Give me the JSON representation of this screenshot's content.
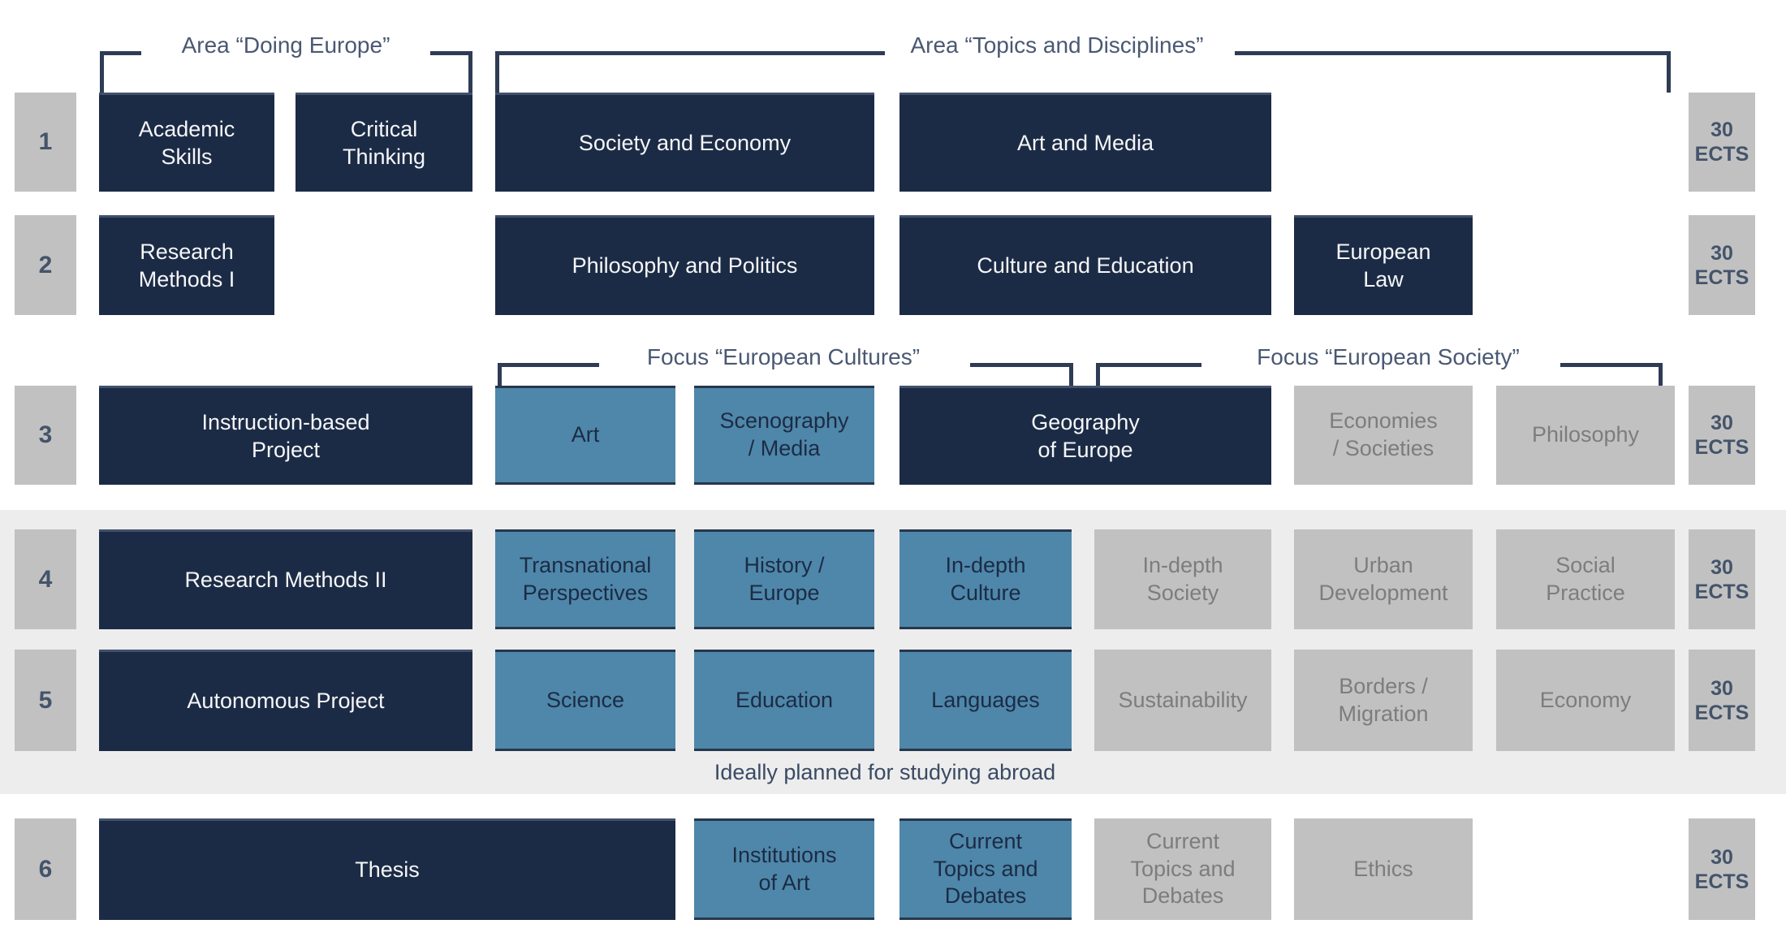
{
  "palette": {
    "navy_module": "#1c2b45",
    "blue_module": "#4e87a9",
    "grey_module": "#c1c1c1",
    "background_band": "#ededed",
    "bracket_line": "#2e3c55",
    "muted_label_text": "#44546a",
    "grey_module_text": "#7d7d7d",
    "dark_module_text": "#f5f6f8"
  },
  "area_labels": {
    "doing_europe": "Area “Doing Europe”",
    "topics_disciplines": "Area “Topics and Disciplines”"
  },
  "focus_labels": {
    "european_cultures": "Focus “European Cultures”",
    "european_society": "Focus “European Society”"
  },
  "note": {
    "studying_abroad": "Ideally planned for studying abroad"
  },
  "semesters": {
    "s1": "1",
    "s2": "2",
    "s3": "3",
    "s4": "4",
    "s5": "5",
    "s6": "6"
  },
  "ects": {
    "per_semester": "30\nECTS"
  },
  "modules": {
    "academic_skills": "Academic\nSkills",
    "critical_thinking": "Critical\nThinking",
    "society_and_economy": "Society and Economy",
    "art_and_media": "Art and Media",
    "research_methods_1": "Research\nMethods I",
    "philosophy_and_politics": "Philosophy and Politics",
    "culture_and_education": "Culture and Education",
    "european_law": "European\nLaw",
    "instruction_based_project": "Instruction-based\nProject",
    "art": "Art",
    "scenography_media": "Scenography\n/ Media",
    "geography_of_europe": "Geography\nof Europe",
    "economies_societies": "Economies\n/ Societies",
    "philosophy": "Philosophy",
    "research_methods_2": "Research Methods II",
    "transnational_perspectives": "Transnational\nPerspectives",
    "history_europe": "History /\nEurope",
    "in_depth_culture": "In-depth\nCulture",
    "in_depth_society": "In-depth\nSociety",
    "urban_development": "Urban\nDevelopment",
    "social_practice": "Social\nPractice",
    "autonomous_project": "Autonomous Project",
    "science": "Science",
    "education": "Education",
    "languages": "Languages",
    "sustainability": "Sustainability",
    "borders_migration": "Borders /\nMigration",
    "economy": "Economy",
    "thesis": "Thesis",
    "institutions_of_art": "Institutions\nof Art",
    "current_topics_debates_cultures": "Current\nTopics and\nDebates",
    "current_topics_debates_society": "Current\nTopics and\nDebates",
    "ethics": "Ethics"
  }
}
